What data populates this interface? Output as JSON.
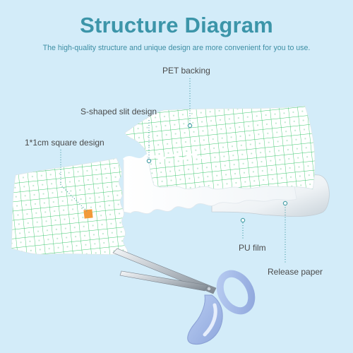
{
  "title": "Structure Diagram",
  "subtitle": "The high-quality structure and unique design are more convenient for you to use.",
  "labels": {
    "pet_backing": "PET backing",
    "s_shaped_slit": "S-shaped slit design",
    "square_design": "1*1cm square design",
    "pu_film": "PU film",
    "release_paper": "Release paper"
  },
  "colors": {
    "background": "#d3ecf9",
    "title": "#3c95a9",
    "grid_green": "#3cc86e",
    "callout": "#4aa0a8",
    "square_highlight": "#f29a3a",
    "scissors_handle": "#9fb6e6"
  },
  "icons": [
    "scissors-icon"
  ]
}
